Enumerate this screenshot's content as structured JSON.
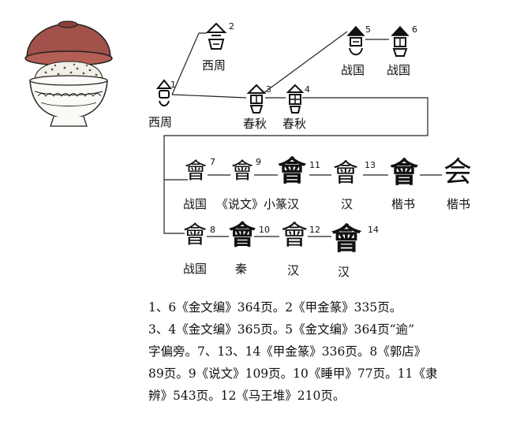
{
  "illustration": {
    "icon": "lidded-food-vessel-icon"
  },
  "nodes": [
    {
      "id": 1,
      "label": "西周"
    },
    {
      "id": 2,
      "label": "西周"
    },
    {
      "id": 3,
      "label": "春秋"
    },
    {
      "id": 4,
      "label": "春秋"
    },
    {
      "id": 5,
      "label": "战国"
    },
    {
      "id": 6,
      "label": "战国"
    },
    {
      "id": 7,
      "label": "战国"
    },
    {
      "id": 9,
      "label": "《说文》小篆"
    },
    {
      "id": 11,
      "label": "汉"
    },
    {
      "id": 13,
      "label": "汉"
    },
    {
      "id": "r1c5",
      "label": "楷书"
    },
    {
      "id": "r1c6",
      "label": "楷书"
    },
    {
      "id": 8,
      "label": "战国"
    },
    {
      "id": 10,
      "label": "秦"
    },
    {
      "id": 12,
      "label": "汉"
    },
    {
      "id": 14,
      "label": "汉"
    }
  ],
  "numbers": [
    "1",
    "2",
    "3",
    "4",
    "5",
    "6",
    "7",
    "9",
    "11",
    "13",
    "8",
    "10",
    "12",
    "14"
  ],
  "glyphs": {
    "modern": "会",
    "traditional": "會"
  },
  "notes": [
    "1、6《金文编》364页。2《甲金篆》335页。",
    "3、4《金文编》365页。5《金文编》364页“逾”",
    "字偏旁。7、13、14《甲金篆》336页。8《郭店》",
    "89页。9《说文》109页。10《睡甲》77页。11《隶",
    "辨》543页。12《马王堆》210页。"
  ]
}
